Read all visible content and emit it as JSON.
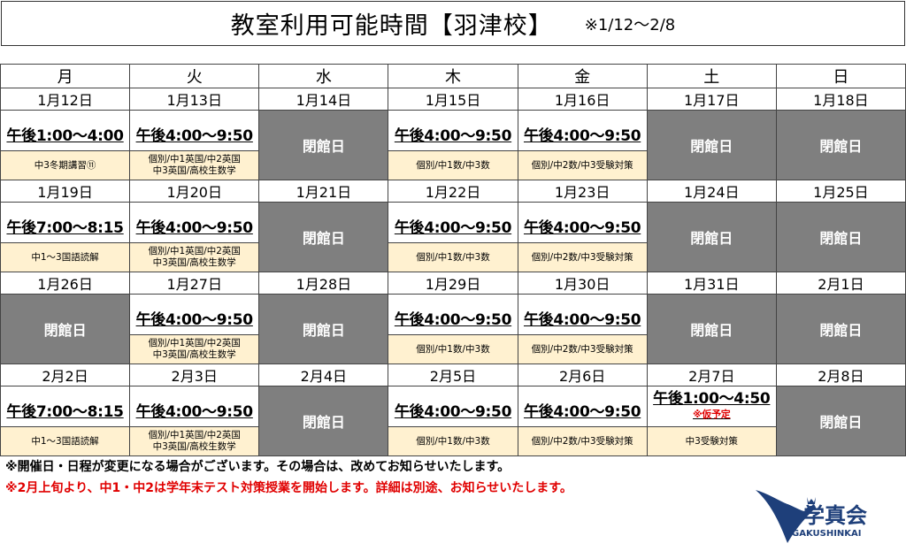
{
  "title": "教室利用可能時間【羽津校】",
  "range": "※1/12～2/8",
  "days": [
    "月",
    "火",
    "水",
    "木",
    "金",
    "土",
    "日"
  ],
  "weeks": [
    {
      "dates": [
        "1月12日",
        "1月13日",
        "1月14日",
        "1月15日",
        "1月16日",
        "1月17日",
        "1月18日"
      ],
      "cells": [
        {
          "time": "午後1:00～4:00",
          "note": "中3冬期講習⑪"
        },
        {
          "time": "午後4:00～9:50",
          "note": "個別/中1英国/中2英国\n中3英国/高校生数学"
        },
        {
          "closed": "閉館日"
        },
        {
          "time": "午後4:00～9:50",
          "note": "個別/中1数/中3数"
        },
        {
          "time": "午後4:00～9:50",
          "note": "個別/中2数/中3受験対策"
        },
        {
          "closed": "閉館日"
        },
        {
          "closed": "閉館日"
        }
      ]
    },
    {
      "dates": [
        "1月19日",
        "1月20日",
        "1月21日",
        "1月22日",
        "1月23日",
        "1月24日",
        "1月25日"
      ],
      "cells": [
        {
          "time": "午後7:00～8:15",
          "note": "中1～3国語読解"
        },
        {
          "time": "午後4:00～9:50",
          "note": "個別/中1英国/中2英国\n中3英国/高校生数学"
        },
        {
          "closed": "閉館日"
        },
        {
          "time": "午後4:00～9:50",
          "note": "個別/中1数/中3数"
        },
        {
          "time": "午後4:00～9:50",
          "note": "個別/中2数/中3受験対策"
        },
        {
          "closed": "閉館日"
        },
        {
          "closed": "閉館日"
        }
      ]
    },
    {
      "dates": [
        "1月26日",
        "1月27日",
        "1月28日",
        "1月29日",
        "1月30日",
        "1月31日",
        "2月1日"
      ],
      "cells": [
        {
          "closed": "閉館日"
        },
        {
          "time": "午後4:00～9:50",
          "note": "個別/中1英国/中2英国\n中3英国/高校生数学"
        },
        {
          "closed": "閉館日"
        },
        {
          "time": "午後4:00～9:50",
          "note": "個別/中1数/中3数"
        },
        {
          "time": "午後4:00～9:50",
          "note": "個別/中2数/中3受験対策"
        },
        {
          "closed": "閉館日"
        },
        {
          "closed": "閉館日"
        }
      ]
    },
    {
      "dates": [
        "2月2日",
        "2月3日",
        "2月4日",
        "2月5日",
        "2月6日",
        "2月7日",
        "2月8日"
      ],
      "cells": [
        {
          "time": "午後7:00～8:15",
          "note": "中1～3国語読解"
        },
        {
          "time": "午後4:00～9:50",
          "note": "個別/中1英国/中2英国\n中3英国/高校生数学"
        },
        {
          "closed": "閉館日"
        },
        {
          "time": "午後4:00～9:50",
          "note": "個別/中1数/中3数"
        },
        {
          "time": "午後4:00～9:50",
          "note": "個別/中2数/中3受験対策"
        },
        {
          "time": "午後1:00～4:50",
          "tentative": "※仮予定",
          "note": "中3受験対策"
        },
        {
          "closed": "閉館日"
        }
      ]
    }
  ],
  "footer": {
    "line1": "※開催日・日程が変更になる場合がございます。その場合は、改めてお知らせいたします。",
    "line2": "※2月上旬より、中1・中2は学年末テスト対策授業を開始します。詳細は別途、お知らせいたします。"
  },
  "logo": {
    "name_ja": "学真会",
    "name_en": "GAKUSHINKAI"
  }
}
